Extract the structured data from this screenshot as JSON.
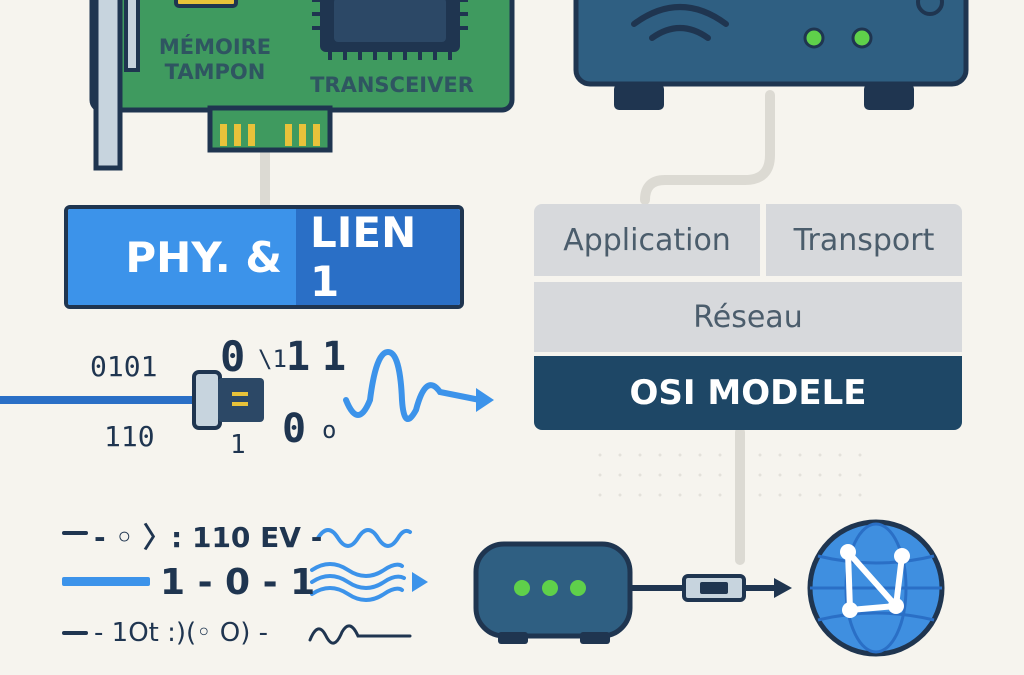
{
  "nic": {
    "buffer_label_line1": "MÉMOIRE",
    "buffer_label_line2": "TAMPON",
    "transceiver_label": "TRANSCEIVER"
  },
  "phy_box": {
    "left_text": "PHY. &",
    "right_text": "LIEN 1"
  },
  "osi": {
    "application": "Application",
    "transport": "Transport",
    "reseau": "Réseau",
    "title": "OSI MODELE"
  },
  "bits": {
    "b1": "0101",
    "b2": "0",
    "b3": "\\1",
    "b4": "1",
    "b5": "1",
    "b6": "110",
    "b7": "1",
    "b8": "0",
    "b9": "o"
  },
  "signals": {
    "line1": "- ◦ 〉: 110 EV -",
    "line2": "1 - 0 - 1",
    "line3": "- 1Ot :)(◦ O) -"
  },
  "colors": {
    "background": "#f6f4ee",
    "navy": "#1f3550",
    "blue": "#3c93ea",
    "dark_blue": "#2a6fc6",
    "osi_dark": "#1e4766",
    "osi_gray": "#d7d9dc",
    "pcb_green": "#3f9a5f",
    "led_green": "#5fd04a",
    "router_body": "#2f5f82",
    "globe": "#3f8fe0"
  }
}
